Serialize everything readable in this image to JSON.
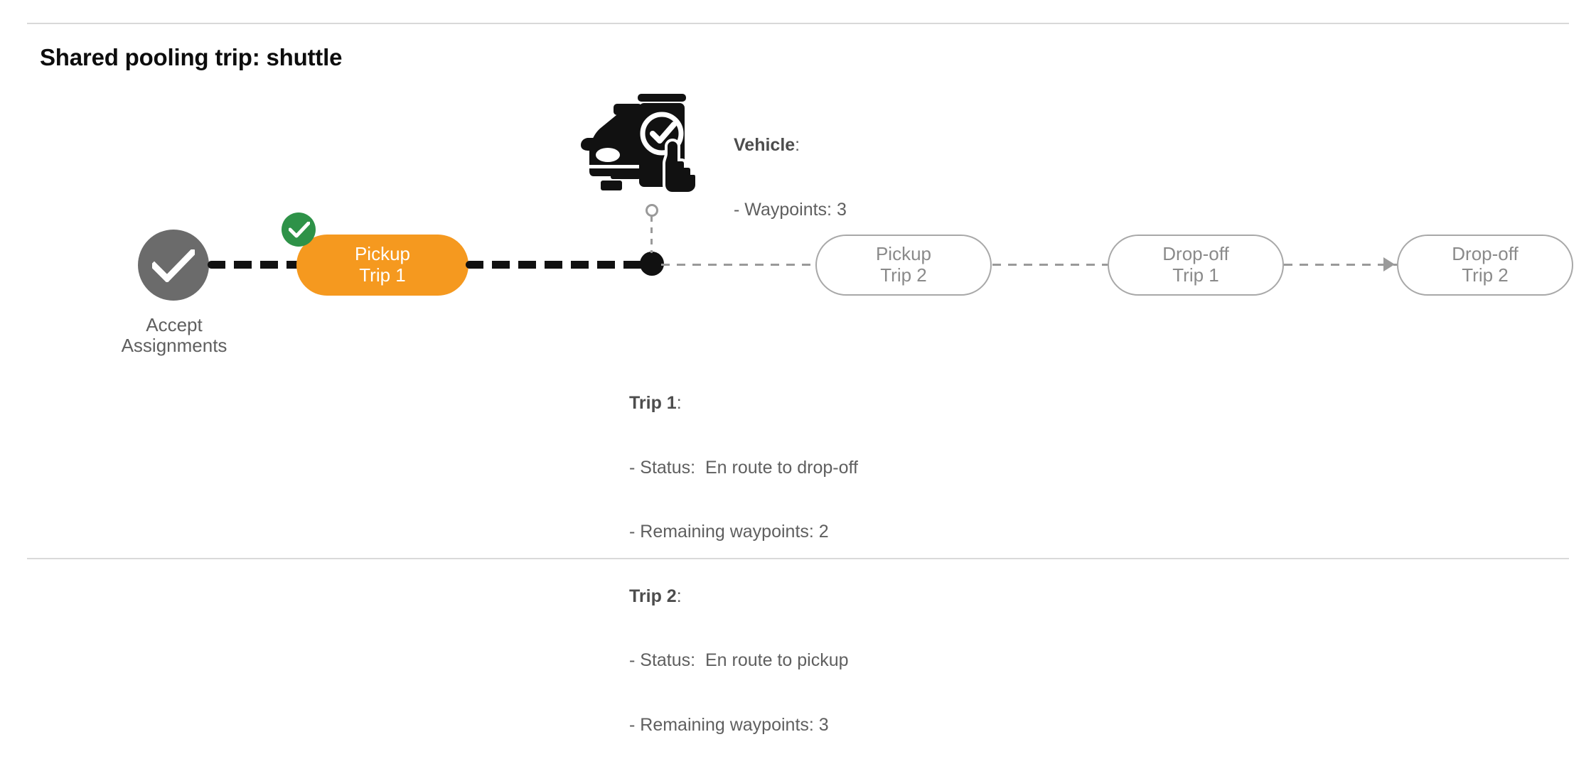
{
  "page": {
    "title": "Shared pooling trip: shuttle",
    "divider_color": "#d9d9d9"
  },
  "colors": {
    "active_pill": "#F5991F",
    "completed_badge": "#2E9248",
    "accept_node": "#6b6b6b",
    "upcoming_outline": "#a8a8a8",
    "upcoming_text": "#8a8a8a",
    "path_completed": "#111111",
    "path_upcoming": "#9a9a9a",
    "body_text": "#5f5f5f"
  },
  "timeline": {
    "start_node": {
      "name": "accept-assignments",
      "icon": "check-circle-icon",
      "label_line_1": "Accept",
      "label_line_2": "Assignments",
      "state": "completed"
    },
    "stops": [
      {
        "id": "pickup-trip-1",
        "line_1": "Pickup",
        "line_2": "Trip 1",
        "state": "completed",
        "badge_icon": "check-icon"
      },
      {
        "id": "pickup-trip-2",
        "line_1": "Pickup",
        "line_2": "Trip 2",
        "state": "upcoming"
      },
      {
        "id": "dropoff-trip-1",
        "line_1": "Drop-off",
        "line_2": "Trip 1",
        "state": "upcoming"
      },
      {
        "id": "dropoff-trip-2",
        "line_1": "Drop-off",
        "line_2": "Trip 2",
        "state": "upcoming"
      }
    ],
    "vehicle_marker": {
      "icon": "car-phone-check-icon",
      "position_dot": "current-vehicle-position"
    }
  },
  "vehicle_info": {
    "heading": "Vehicle",
    "heading_suffix": ":",
    "waypoints_line": "- Waypoints: 3"
  },
  "trip_info": {
    "trip_1": {
      "heading": "Trip 1",
      "heading_suffix": ":",
      "status_line": "- Status:  En route to drop-off",
      "waypoints_line": "- Remaining waypoints: 2"
    },
    "trip_2": {
      "heading": "Trip 2",
      "heading_suffix": ":",
      "status_line": "- Status:  En route to pickup",
      "waypoints_line": "- Remaining waypoints: 3"
    }
  }
}
